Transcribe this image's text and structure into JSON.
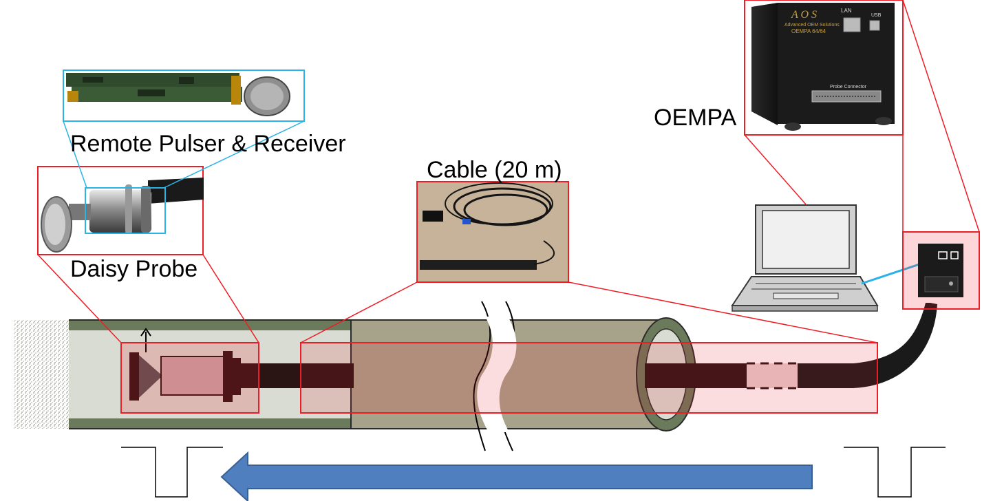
{
  "labels": {
    "remote_pulser": "Remote Pulser & Receiver",
    "daisy_probe": "Daisy Probe",
    "cable": "Cable (20 m)",
    "oempa": "OEMPA"
  },
  "device_text": {
    "brand": "A O S",
    "company": "Advanced OEM Solutions",
    "model": "OEMPA 64/64",
    "lan": "LAN",
    "usb": "USB",
    "probe_connector": "Probe Connector"
  },
  "colors": {
    "highlight_outline": "#ee1c25",
    "zoom_outline": "#2bb3e6",
    "direction_arrow": "#4f7fbf",
    "tube_wall": "#6b7a5b",
    "tube_interior": "#d9dcd3",
    "outer_tube": "#a7a38b",
    "cable": "#2a1414"
  },
  "icons": {
    "direction": "arrow-left-icon",
    "computer": "laptop-icon"
  }
}
